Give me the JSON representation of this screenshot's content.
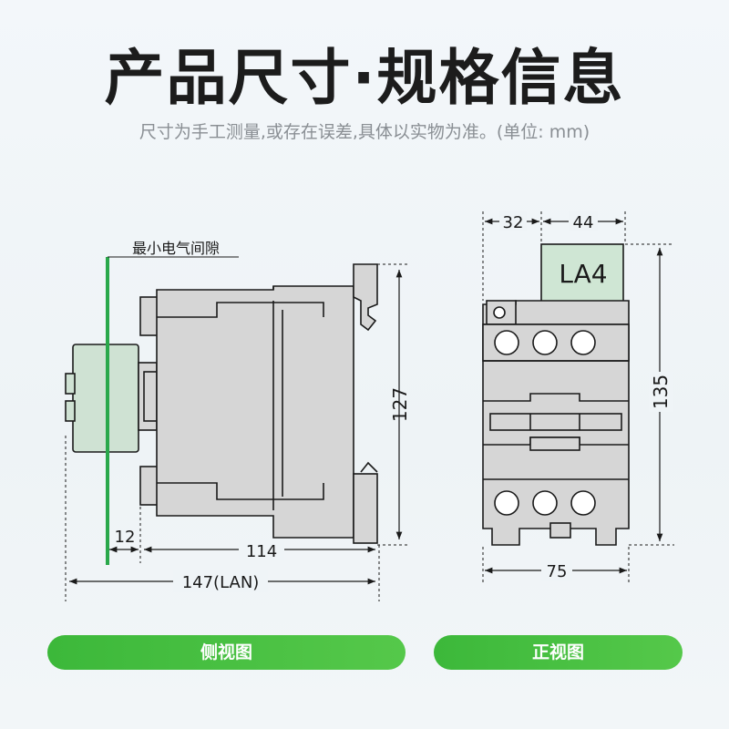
{
  "title": "产品尺寸·规格信息",
  "subtitle": "尺寸为手工测量,或存在误差,具体以实物为准。(单位: mm)",
  "side_view": {
    "gap_label": "最小电气间隙",
    "dim_height": "127",
    "dim_gap": "12",
    "dim_body": "114",
    "dim_total": "147(LAN)",
    "caption": "侧视图"
  },
  "front_view": {
    "module_label": "LA4",
    "dim_left": "32",
    "dim_right": "44",
    "dim_height": "135",
    "dim_width": "75",
    "caption": "正视图"
  },
  "colors": {
    "accent_green": "#3cb83a",
    "body_gray": "#d6d6d6",
    "outline": "#1a1a1a",
    "module_green": "#cfe6d4"
  }
}
